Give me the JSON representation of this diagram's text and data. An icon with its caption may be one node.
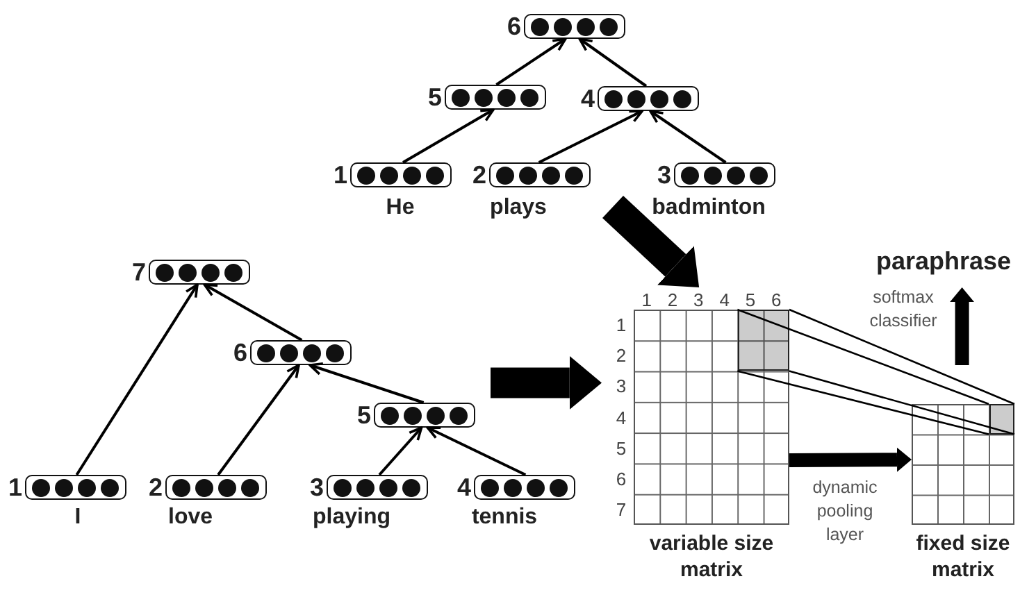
{
  "diagram": {
    "nodes": [
      {
        "text": [],
        "shape": "box",
        "beside": [
          "6"
        ]
      },
      {
        "text": [],
        "shape": "box",
        "beside": [
          "5"
        ]
      },
      {
        "text": [],
        "shape": "box",
        "beside": [
          "4"
        ]
      },
      {
        "text": [],
        "shape": "box",
        "beside": [
          "1",
          "He"
        ]
      },
      {
        "text": [],
        "shape": "box",
        "beside": [
          "2",
          "plays"
        ]
      },
      {
        "text": [],
        "shape": "box",
        "beside": [
          "3",
          "badminton"
        ]
      },
      {
        "text": [],
        "shape": "box",
        "beside": [
          "7"
        ]
      },
      {
        "text": [],
        "shape": "box",
        "beside": [
          "6"
        ]
      },
      {
        "text": [],
        "shape": "box",
        "beside": [
          "5"
        ]
      },
      {
        "text": [],
        "shape": "box",
        "beside": [
          "1",
          "I"
        ]
      },
      {
        "text": [],
        "shape": "box",
        "beside": [
          "2",
          "love"
        ]
      },
      {
        "text": [],
        "shape": "box",
        "beside": [
          "3",
          "playing"
        ]
      },
      {
        "text": [],
        "shape": "box",
        "beside": [
          "4",
          "tennis"
        ]
      },
      {
        "text": [
          "paraphrase"
        ]
      },
      {
        "text": [],
        "shape": "grid",
        "beside": [
          "1",
          "2",
          "3",
          "4",
          "5",
          "6",
          "1",
          "2",
          "3",
          "4",
          "5",
          "6",
          "7",
          "variable size matrix"
        ]
      },
      {
        "text": [],
        "shape": "box",
        "in": 14
      },
      {
        "text": [],
        "shape": "grid",
        "beside": [
          "fixed size matrix"
        ]
      },
      {
        "text": [],
        "shape": "box",
        "in": 16
      }
    ],
    "edges": [
      {
        "from": 3,
        "to": 1,
        "arrow": "to"
      },
      {
        "from": 1,
        "to": 0,
        "arrow": "to"
      },
      {
        "from": 4,
        "to": 2,
        "arrow": "to"
      },
      {
        "from": 5,
        "to": 2,
        "arrow": "to"
      },
      {
        "from": 2,
        "to": 0,
        "arrow": "to"
      },
      {
        "from": 9,
        "to": 6,
        "arrow": "to"
      },
      {
        "from": 10,
        "to": 7,
        "arrow": "to"
      },
      {
        "from": 11,
        "to": 8,
        "arrow": "to"
      },
      {
        "from": 12,
        "to": 8,
        "arrow": "to"
      },
      {
        "from": 8,
        "to": 7,
        "arrow": "to"
      },
      {
        "from": 7,
        "to": 6,
        "arrow": "to"
      },
      {
        "from": null,
        "to": 14,
        "arrow": "to",
        "style": "thick"
      },
      {
        "from": null,
        "to": 14,
        "arrow": "to",
        "style": "thick"
      },
      {
        "from": 14,
        "to": 16,
        "arrow": "to",
        "label": "dynamic pooling layer",
        "style": "thick"
      },
      {
        "from": null,
        "to": 13,
        "arrow": "to",
        "label": "softmax classifier",
        "style": "thick"
      },
      {
        "from": 15,
        "to": 17,
        "arrow": "none"
      },
      {
        "from": 15,
        "to": 17,
        "arrow": "none"
      },
      {
        "from": 15,
        "to": 17,
        "arrow": "none"
      },
      {
        "from": 15,
        "to": 17,
        "arrow": "none"
      }
    ]
  }
}
